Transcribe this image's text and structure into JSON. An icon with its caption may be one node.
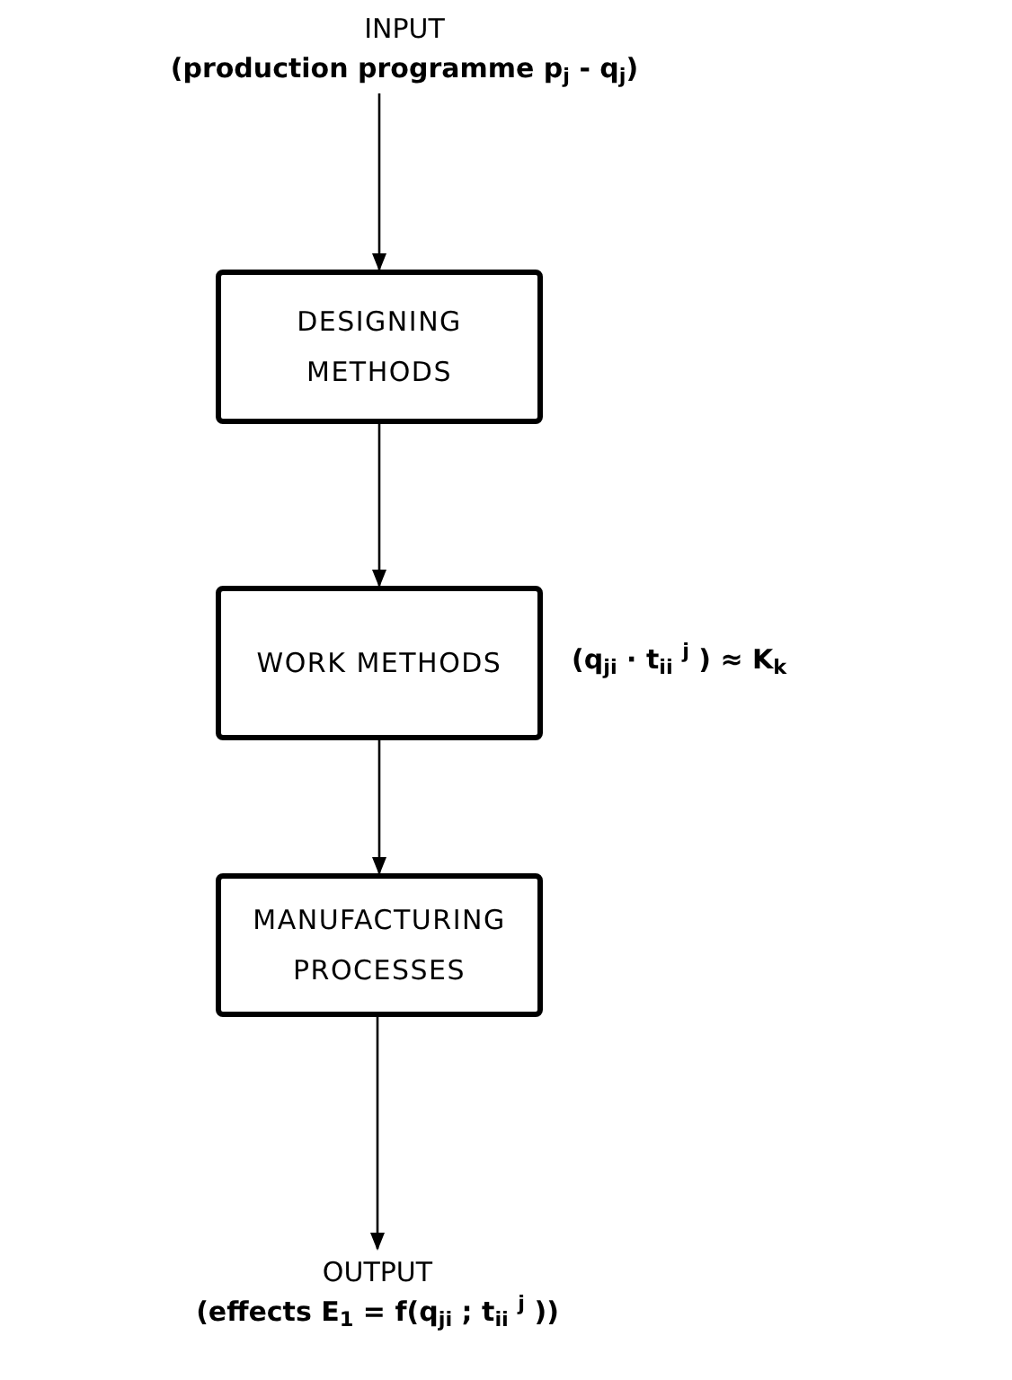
{
  "diagram": {
    "nodes": [
      {
        "text": [
          "INPUT",
          "(production programme p$_{j}$ - q$_{j}$)"
        ]
      },
      {
        "text": [
          "DESIGNING METHODS"
        ]
      },
      {
        "text": [
          "WORK METHODS"
        ],
        "beside": [
          "(q$_{ji}$ · t$_{ii}$ $^{j}$ ) ≈ K$_{k}$"
        ]
      },
      {
        "text": [
          "MANUFACTURING PROCESSES"
        ]
      },
      {
        "text": [
          "OUTPUT",
          "(effects E$_{1}$ = f(q$_{ji}$ ; t$_{ii}$ $^{j}$ ))"
        ]
      }
    ],
    "edges": [
      {
        "from": 0,
        "to": 1,
        "arrow": "to"
      },
      {
        "from": 1,
        "to": 2,
        "arrow": "to"
      },
      {
        "from": 2,
        "to": 3,
        "arrow": "to"
      },
      {
        "from": 3,
        "to": 4,
        "arrow": "to"
      }
    ]
  }
}
